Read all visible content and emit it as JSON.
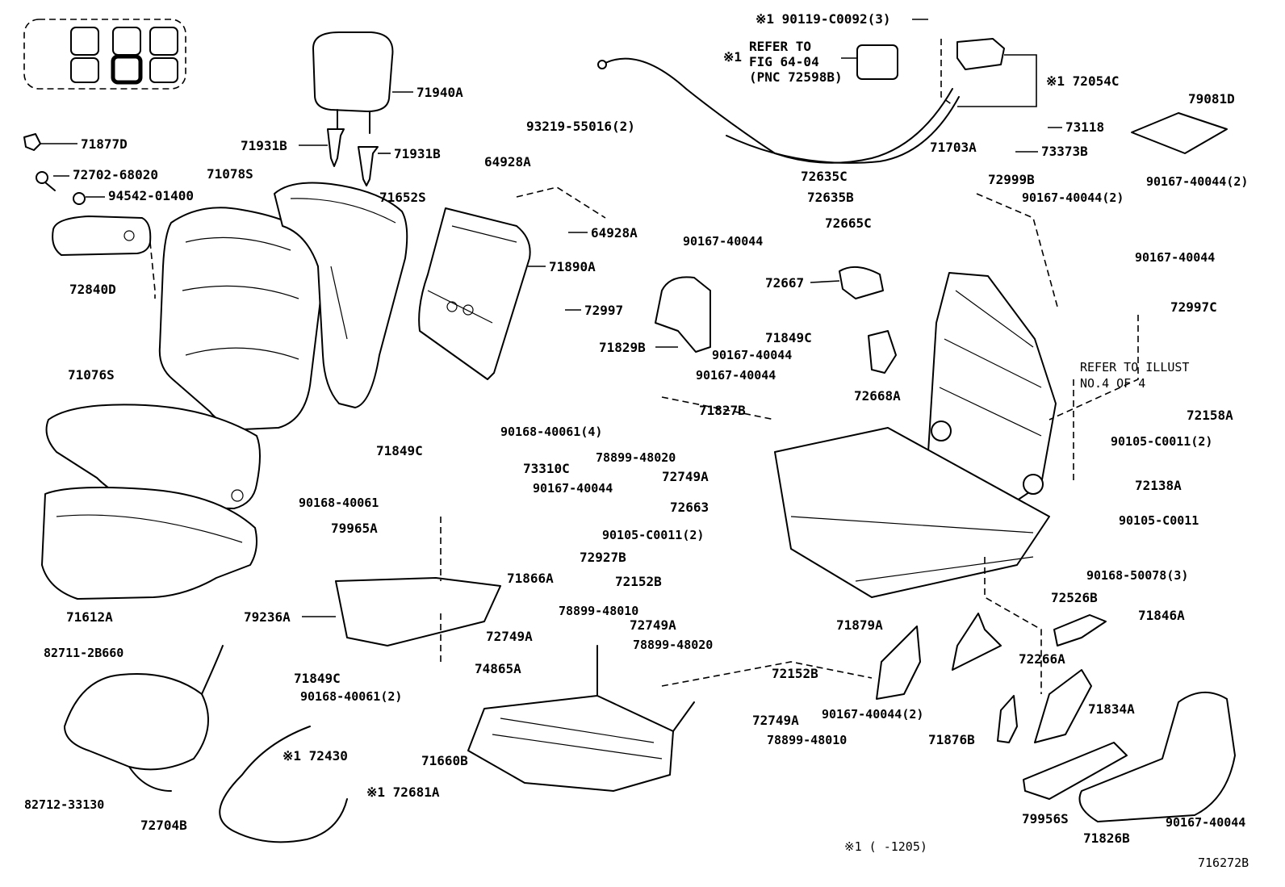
{
  "diagram": {
    "footer_code": "716272B",
    "note": "※1 (      -1205)",
    "refer_fig": {
      "line1": "REFER TO",
      "line2": "FIG 64-04",
      "line3": "(PNC 72598B)"
    },
    "refer_illust": {
      "line1": "REFER TO ILLUST",
      "line2": "NO.4 OF 4"
    },
    "labels": {
      "l90119": "※1 90119-C0092(3)",
      "l72054c": "※1 72054C",
      "l71940a": "71940A",
      "l79081d": "79081D",
      "l73118": "73118",
      "l73373b": "73373B",
      "l71703a": "71703A",
      "l72999b": "72999B",
      "l71877d": "71877D",
      "l71931b_l": "71931B",
      "l71931b_r": "71931B",
      "l93219": "93219-55016(2)",
      "l72702": "72702-68020",
      "l71078s": "71078S",
      "l64928a_1": "64928A",
      "l71652s": "71652S",
      "l94542": "94542-01400",
      "l64928a_2": "64928A",
      "l72635c": "72635C",
      "l72635b": "72635B",
      "l90167_2a": "90167-40044(2)",
      "l90167_2b": "90167-40044(2)",
      "l72665c": "72665C",
      "l90167_a": "90167-40044",
      "l71890a": "71890A",
      "l90167_b": "90167-40044",
      "l72840d": "72840D",
      "l72667": "72667",
      "l72997": "72997",
      "l72997c": "72997C",
      "l71849c_1": "71849C",
      "l71829b": "71829B",
      "l90167_c": "90167-40044",
      "l90167_d": "90167-40044",
      "l71076s": "71076S",
      "l72668a": "72668A",
      "l71827b": "71827B",
      "l72158a": "72158A",
      "l90168_4": "90168-40061(4)",
      "l90105_2a": "90105-C0011(2)",
      "l71849c_2": "71849C",
      "l73310c": "73310C",
      "l78899_48020a": "78899-48020",
      "l72749a_1": "72749A",
      "l72138a": "72138A",
      "l90168_a": "90168-40061",
      "l90167_e": "90167-40044",
      "l72663": "72663",
      "l90105": "90105-C0011",
      "l79965a": "79965A",
      "l90105_2b": "90105-C0011(2)",
      "l72927b": "72927B",
      "l71866a": "71866A",
      "l72152b_1": "72152B",
      "l90168_50078": "90168-50078(3)",
      "l72526b": "72526B",
      "l79236a": "79236A",
      "l71612a": "71612A",
      "l78899_48010a": "78899-48010",
      "l72749a_2": "72749A",
      "l71879a": "71879A",
      "l71846a": "71846A",
      "l72749a_3": "72749A",
      "l82711": "82711-2B660",
      "l78899_48020b": "78899-48020",
      "l74865a": "74865A",
      "l72152b_2": "72152B",
      "l72266a": "72266A",
      "l71849c_3": "71849C",
      "l90168_2": "90168-40061(2)",
      "l71834a": "71834A",
      "l90167_2c": "90167-40044(2)",
      "l72749a_4": "72749A",
      "l72430": "※1  72430",
      "l78899_48010b": "78899-48010",
      "l71876b": "71876B",
      "l71660b": "71660B",
      "l82712": "82712-33130",
      "l72681a": "※1 72681A",
      "l79956s": "79956S",
      "l90167_f": "90167-40044",
      "l72704b": "72704B",
      "l71826b": "71826B"
    }
  }
}
